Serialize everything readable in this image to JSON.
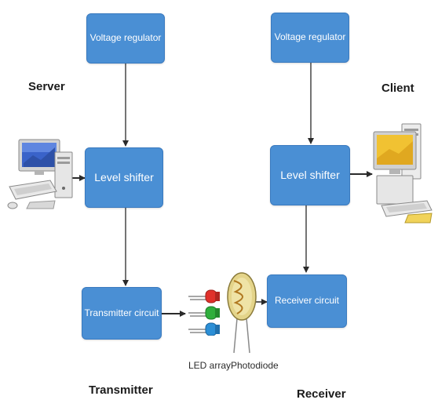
{
  "nodes": {
    "tx_voltage_regulator": "Voltage regulator",
    "tx_level_shifter": "Level shifter",
    "transmitter_circuit": "Transmitter circuit",
    "rx_voltage_regulator": "Voltage regulator",
    "rx_level_shifter": "Level shifter",
    "receiver_circuit": "Receiver circuit"
  },
  "labels": {
    "server": "Server",
    "client": "Client",
    "transmitter": "Transmitter",
    "receiver": "Receiver",
    "led_array": "LED array",
    "photodiode": "Photodiode"
  },
  "icons": {
    "server_computer": "desktop-computer-icon",
    "client_computer": "desktop-computer-icon",
    "leds": "led-array-icon",
    "photodiode": "photodiode-icon"
  },
  "colors": {
    "box_fill": "#4a8fd4",
    "box_text": "#ffffff",
    "arrow": "#2a2a2a"
  }
}
